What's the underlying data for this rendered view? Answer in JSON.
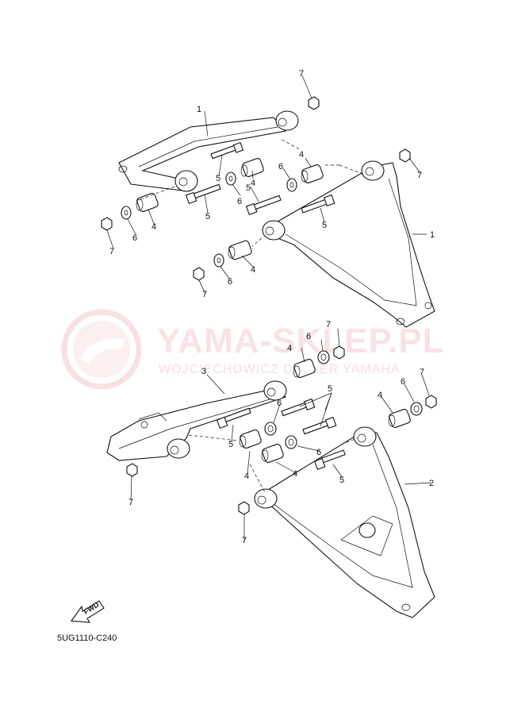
{
  "watermark": {
    "brand": "YAMA-SKLEP.PL",
    "subtitle": "WOJCIECHOWICZ DEALER YAMAHA",
    "color": "#ec9aa0"
  },
  "diagram_code": "5UG1110-C240",
  "fwd_label": "FWD",
  "callouts": [
    {
      "id": "c1a",
      "label": "1"
    },
    {
      "id": "c1b",
      "label": "1"
    },
    {
      "id": "c2",
      "label": "2"
    },
    {
      "id": "c3",
      "label": "3"
    },
    {
      "id": "c4a",
      "label": "4"
    },
    {
      "id": "c4b",
      "label": "4"
    },
    {
      "id": "c4c",
      "label": "4"
    },
    {
      "id": "c4d",
      "label": "4"
    },
    {
      "id": "c4e",
      "label": "4"
    },
    {
      "id": "c4f",
      "label": "4"
    },
    {
      "id": "c4g",
      "label": "4"
    },
    {
      "id": "c4h",
      "label": "4"
    },
    {
      "id": "c5a",
      "label": "5"
    },
    {
      "id": "c5b",
      "label": "5"
    },
    {
      "id": "c5c",
      "label": "5"
    },
    {
      "id": "c5d",
      "label": "5"
    },
    {
      "id": "c5e",
      "label": "5"
    },
    {
      "id": "c5f",
      "label": "5"
    },
    {
      "id": "c5g",
      "label": "5"
    },
    {
      "id": "c6a",
      "label": "6"
    },
    {
      "id": "c6b",
      "label": "6"
    },
    {
      "id": "c6c",
      "label": "6"
    },
    {
      "id": "c6d",
      "label": "6"
    },
    {
      "id": "c6e",
      "label": "6"
    },
    {
      "id": "c6f",
      "label": "6"
    },
    {
      "id": "c6g",
      "label": "6"
    },
    {
      "id": "c6h",
      "label": "6"
    },
    {
      "id": "c7a",
      "label": "7"
    },
    {
      "id": "c7b",
      "label": "7"
    },
    {
      "id": "c7c",
      "label": "7"
    },
    {
      "id": "c7d",
      "label": "7"
    },
    {
      "id": "c7e",
      "label": "7"
    },
    {
      "id": "c7f",
      "label": "7"
    },
    {
      "id": "c7g",
      "label": "7"
    },
    {
      "id": "c7h",
      "label": "7"
    }
  ]
}
